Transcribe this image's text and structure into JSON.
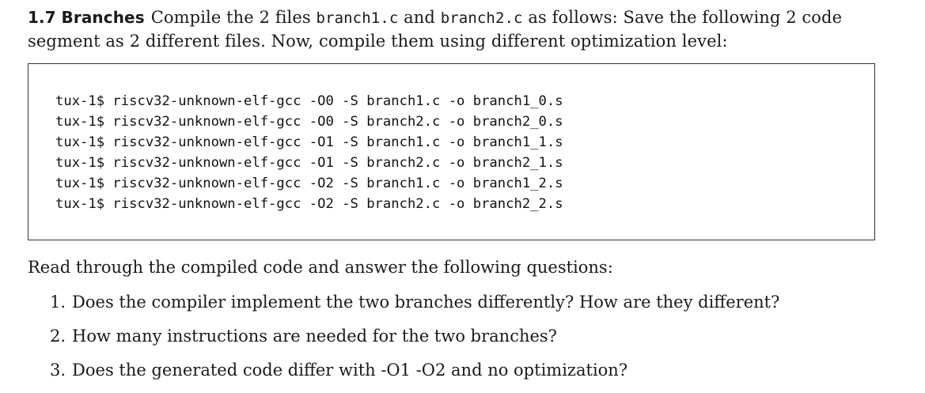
{
  "section": {
    "number": "1.7",
    "title": "Branches",
    "intro_before_file1": "Compile the 2 files ",
    "file1": "branch1.c",
    "and_word": " and ",
    "file2": "branch2.c",
    "intro_after_file2": " as follows: Save the following 2 code segment as 2 different files. Now, compile them using different optimization level:"
  },
  "code": {
    "lines": [
      "tux-1$ riscv32-unknown-elf-gcc -O0 -S branch1.c -o branch1_0.s",
      "tux-1$ riscv32-unknown-elf-gcc -O0 -S branch2.c -o branch2_0.s",
      "tux-1$ riscv32-unknown-elf-gcc -O1 -S branch1.c -o branch1_1.s",
      "tux-1$ riscv32-unknown-elf-gcc -O1 -S branch2.c -o branch2_1.s",
      "tux-1$ riscv32-unknown-elf-gcc -O2 -S branch1.c -o branch1_2.s",
      "tux-1$ riscv32-unknown-elf-gcc -O2 -S branch2.c -o branch2_2.s"
    ]
  },
  "questions_intro": "Read through the compiled code and answer the following questions:",
  "questions": [
    {
      "number": "1.",
      "text": "Does the compiler implement the two branches differently? How are they different?"
    },
    {
      "number": "2.",
      "text": "How many instructions are needed for the two branches?"
    },
    {
      "number": "3.",
      "text": "Does the generated code differ with -O1 -O2 and no optimization?"
    }
  ]
}
